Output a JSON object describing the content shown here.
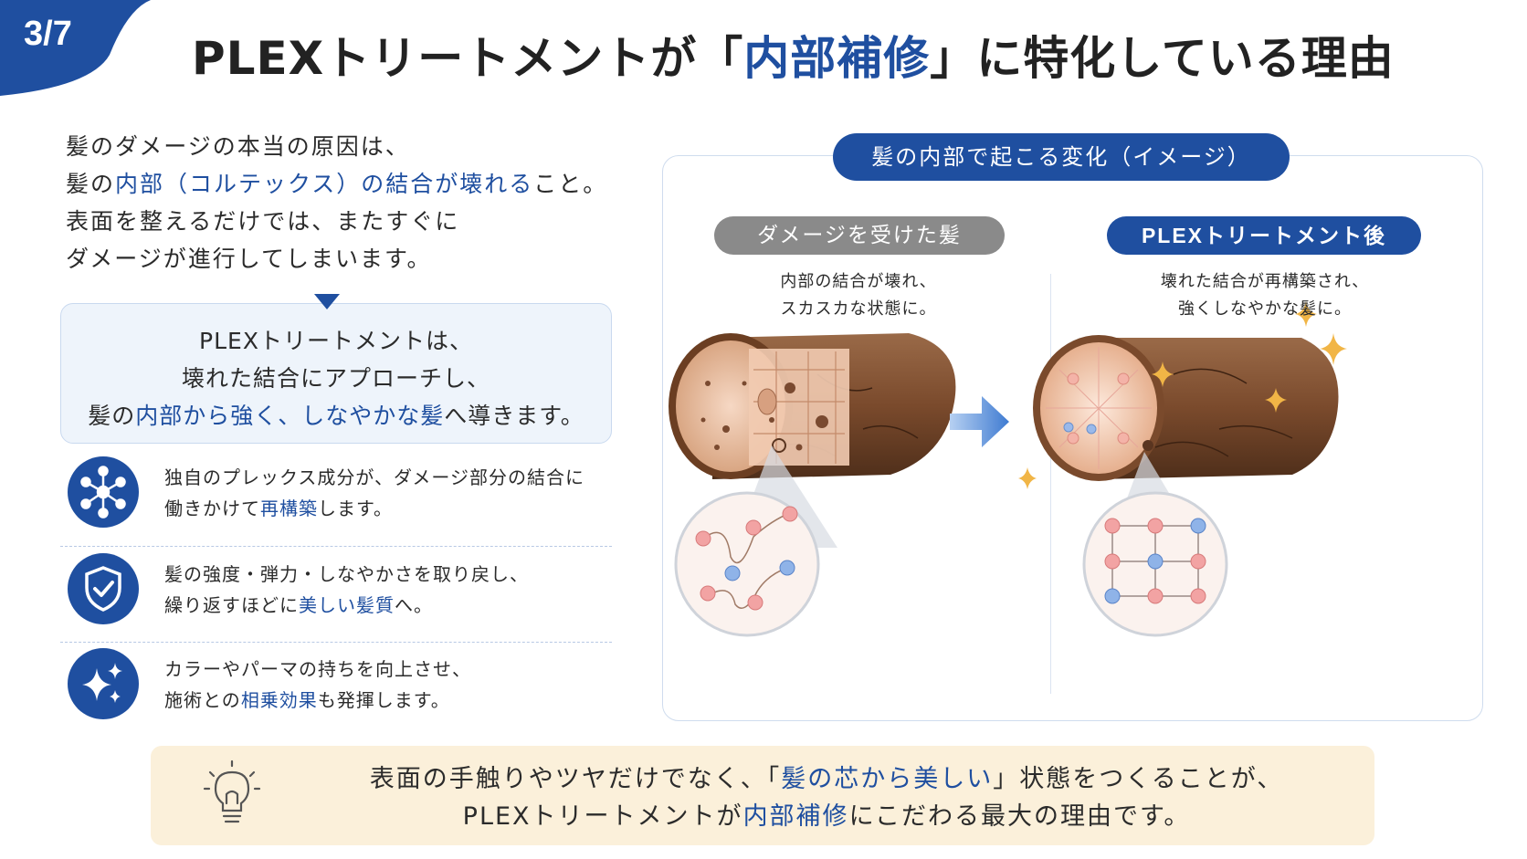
{
  "page_number": "3/7",
  "title": {
    "prefix": "PLEXトリートメントが「",
    "highlight": "内部補修",
    "suffix": "」に特化している理由"
  },
  "intro": {
    "line1": "髪のダメージの本当の原因は、",
    "line2_pre": "髪の",
    "line2_hl": "内部（コルテックス）の結合が壊れる",
    "line2_post": "こと。",
    "line3": "表面を整えるだけでは、またすぐに",
    "line4": "ダメージが進行してしまいます。"
  },
  "summary": {
    "line1": "PLEXトリートメントは、",
    "line2": "壊れた結合にアプローチし、",
    "line3_pre": "髪の",
    "line3_hl": "内部から強く、しなやかな髪",
    "line3_post": "へ導きます。"
  },
  "features": [
    {
      "icon": "molecule-network-icon",
      "line1": "独自のプレックス成分が、ダメージ部分の結合に",
      "line2_pre": "働きかけて",
      "line2_hl": "再構築",
      "line2_post": "します。"
    },
    {
      "icon": "shield-check-icon",
      "line1": "髪の強度・弾力・しなやかさを取り戻し、",
      "line2_pre": "繰り返すほどに",
      "line2_hl": "美しい髪質",
      "line2_post": "へ。"
    },
    {
      "icon": "sparkle-icon",
      "line1": "カラーやパーマの持ちを向上させ、",
      "line2_pre": "施術との",
      "line2_hl": "相乗効果",
      "line2_post": "も発揮します。"
    }
  ],
  "panel": {
    "title": "髪の内部で起こる変化（イメージ）",
    "damaged": {
      "label": "ダメージを受けた髪",
      "cap1": "内部の結合が壊れ、",
      "cap2": "スカスカな状態に。"
    },
    "after": {
      "label": "PLEXトリートメント後",
      "cap1": "壊れた結合が再構築され、",
      "cap2": "強くしなやかな髪に。"
    }
  },
  "bottom": {
    "line1_pre": "表面の手触りやツヤだけでなく、「",
    "line1_hl": "髪の芯から美しい",
    "line1_post": "」状態をつくることが、",
    "line2_pre": "PLEXトリートメントが",
    "line2_hl": "内部補修",
    "line2_post": "にこだわる最大の理由です。"
  },
  "colors": {
    "accent": "#1f4fa0",
    "banner": "#fbf0da",
    "panel_border": "#cfdcee",
    "gray_pill": "#8a8a8a"
  }
}
